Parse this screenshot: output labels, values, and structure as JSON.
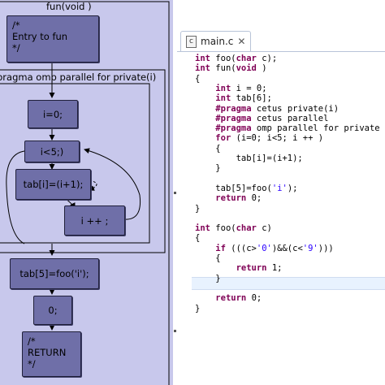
{
  "flowchart": {
    "function_label": "fun(void )",
    "entry_node": [
      "/*",
      "Entry to fun",
      "*/"
    ],
    "cluster_label": "pragma omp parallel for private(i)",
    "init_node": "i=0;",
    "cond_node": "i<5;)",
    "body_node": "tab[i]=(i+1);",
    "incr_node": "i ++ ;",
    "assign_node": "tab[5]=foo('i');",
    "return_value_node": "0;",
    "return_node": [
      "/*",
      "RETURN",
      "*/"
    ]
  },
  "editor": {
    "tab_label": "main.c",
    "tab_icon": "c-source-file-icon",
    "close_icon": "close-icon",
    "lines": [
      {
        "indent": "",
        "tokens": [
          {
            "t": "int ",
            "c": "kw"
          },
          {
            "t": "foo(",
            "c": ""
          },
          {
            "t": "char ",
            "c": "kw"
          },
          {
            "t": "c);",
            "c": ""
          }
        ]
      },
      {
        "indent": "",
        "tokens": [
          {
            "t": "int ",
            "c": "kw"
          },
          {
            "t": "fun(",
            "c": ""
          },
          {
            "t": "void ",
            "c": "kw"
          },
          {
            "t": ")",
            "c": ""
          }
        ]
      },
      {
        "indent": "",
        "tokens": [
          {
            "t": "{",
            "c": ""
          }
        ]
      },
      {
        "indent": "    ",
        "tokens": [
          {
            "t": "int ",
            "c": "kw"
          },
          {
            "t": "i = 0;",
            "c": ""
          }
        ]
      },
      {
        "indent": "    ",
        "tokens": [
          {
            "t": "int ",
            "c": "kw"
          },
          {
            "t": "tab[6];",
            "c": ""
          }
        ]
      },
      {
        "indent": "    ",
        "tokens": [
          {
            "t": "#pragma",
            "c": "pp"
          },
          {
            "t": " cetus private(i)",
            "c": ""
          }
        ]
      },
      {
        "indent": "    ",
        "tokens": [
          {
            "t": "#pragma",
            "c": "pp"
          },
          {
            "t": " cetus parallel",
            "c": ""
          }
        ]
      },
      {
        "indent": "    ",
        "tokens": [
          {
            "t": "#pragma",
            "c": "pp"
          },
          {
            "t": " omp parallel for private",
            "c": ""
          }
        ]
      },
      {
        "indent": "    ",
        "tokens": [
          {
            "t": "for ",
            "c": "kw"
          },
          {
            "t": "(i=0; i<5; i ++ )",
            "c": ""
          }
        ]
      },
      {
        "indent": "    ",
        "tokens": [
          {
            "t": "{",
            "c": ""
          }
        ]
      },
      {
        "indent": "        ",
        "tokens": [
          {
            "t": "tab[i]=(i+1);",
            "c": ""
          }
        ]
      },
      {
        "indent": "    ",
        "tokens": [
          {
            "t": "}",
            "c": ""
          }
        ]
      },
      {
        "indent": "",
        "tokens": []
      },
      {
        "indent": "    ",
        "tokens": [
          {
            "t": "tab[5]=foo(",
            "c": ""
          },
          {
            "t": "'i'",
            "c": "str"
          },
          {
            "t": ");",
            "c": ""
          }
        ]
      },
      {
        "indent": "    ",
        "tokens": [
          {
            "t": "return ",
            "c": "kw"
          },
          {
            "t": "0;",
            "c": ""
          }
        ]
      },
      {
        "indent": "",
        "tokens": [
          {
            "t": "}",
            "c": ""
          }
        ]
      },
      {
        "indent": "",
        "tokens": []
      },
      {
        "indent": "",
        "tokens": [
          {
            "t": "int ",
            "c": "kw"
          },
          {
            "t": "foo(",
            "c": ""
          },
          {
            "t": "char ",
            "c": "kw"
          },
          {
            "t": "c)",
            "c": ""
          }
        ]
      },
      {
        "indent": "",
        "tokens": [
          {
            "t": "{",
            "c": ""
          }
        ]
      },
      {
        "indent": "    ",
        "tokens": [
          {
            "t": "if ",
            "c": "kw"
          },
          {
            "t": "(((c>",
            "c": ""
          },
          {
            "t": "'0'",
            "c": "str"
          },
          {
            "t": ")&&(c<",
            "c": ""
          },
          {
            "t": "'9'",
            "c": "str"
          },
          {
            "t": ")))",
            "c": ""
          }
        ]
      },
      {
        "indent": "    ",
        "tokens": [
          {
            "t": "{",
            "c": ""
          }
        ]
      },
      {
        "indent": "        ",
        "tokens": [
          {
            "t": "return ",
            "c": "kw"
          },
          {
            "t": "1;",
            "c": ""
          }
        ]
      },
      {
        "indent": "    ",
        "tokens": [
          {
            "t": "}",
            "c": ""
          }
        ]
      },
      {
        "indent": "",
        "tokens": []
      },
      {
        "indent": "    ",
        "tokens": [
          {
            "t": "return ",
            "c": "kw"
          },
          {
            "t": "0;",
            "c": ""
          }
        ]
      },
      {
        "indent": "",
        "tokens": [
          {
            "t": "}",
            "c": ""
          }
        ]
      }
    ],
    "colors": {
      "keyword": "#7f0055",
      "string": "#2a00ff",
      "current_line": "#e8f2fe"
    }
  }
}
